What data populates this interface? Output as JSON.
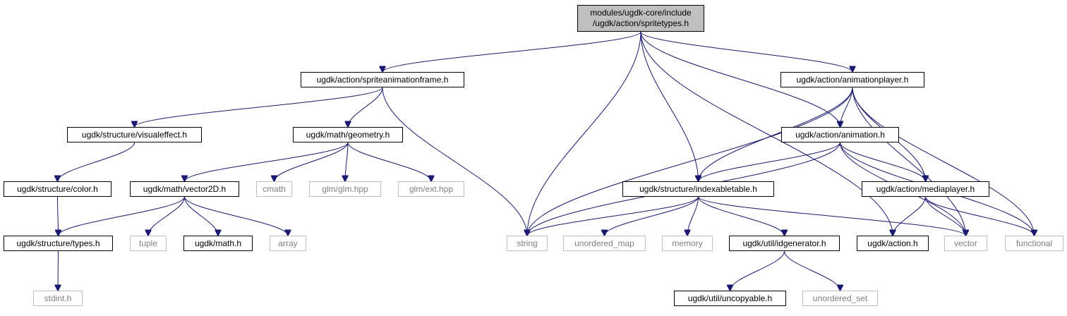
{
  "diagram": {
    "type": "include-dependency-graph",
    "colors": {
      "edge": "#191970",
      "root_fill": "#bfbfbf",
      "external_border": "#bfbfbf",
      "external_text": "#7f7f7f",
      "node_border": "#000000"
    },
    "nodes": {
      "root": {
        "line1": "modules/ugdk-core/include",
        "line2": "/ugdk/action/spritetypes.h"
      },
      "spriteanimationframe": "ugdk/action/spriteanimationframe.h",
      "animationplayer": "ugdk/action/animationplayer.h",
      "visualeffect": "ugdk/structure/visualeffect.h",
      "geometry": "ugdk/math/geometry.h",
      "animation": "ugdk/action/animation.h",
      "color": "ugdk/structure/color.h",
      "vector2d": "ugdk/math/vector2D.h",
      "cmath": "cmath",
      "glm": "glm/glm.hpp",
      "glmext": "glm/ext.hpp",
      "indexabletable": "ugdk/structure/indexabletable.h",
      "mediaplayer": "ugdk/action/mediaplayer.h",
      "types": "ugdk/structure/types.h",
      "tuple": "tuple",
      "math": "ugdk/math.h",
      "array": "array",
      "string": "string",
      "unordered_map": "unordered_map",
      "memory": "memory",
      "idgenerator": "ugdk/util/idgenerator.h",
      "action": "ugdk/action.h",
      "vector": "vector",
      "functional": "functional",
      "stdint": "stdint.h",
      "uncopyable": "ugdk/util/uncopyable.h",
      "unordered_set": "unordered_set"
    },
    "edges": [
      [
        "root",
        "spriteanimationframe"
      ],
      [
        "root",
        "string"
      ],
      [
        "root",
        "indexabletable"
      ],
      [
        "root",
        "action"
      ],
      [
        "root",
        "animation"
      ],
      [
        "root",
        "animationplayer"
      ],
      [
        "spriteanimationframe",
        "visualeffect"
      ],
      [
        "spriteanimationframe",
        "geometry"
      ],
      [
        "spriteanimationframe",
        "string"
      ],
      [
        "visualeffect",
        "color"
      ],
      [
        "color",
        "types"
      ],
      [
        "types",
        "stdint"
      ],
      [
        "geometry",
        "vector2d"
      ],
      [
        "geometry",
        "cmath"
      ],
      [
        "geometry",
        "glm"
      ],
      [
        "geometry",
        "glmext"
      ],
      [
        "vector2d",
        "types"
      ],
      [
        "vector2d",
        "tuple"
      ],
      [
        "vector2d",
        "math"
      ],
      [
        "vector2d",
        "array"
      ],
      [
        "animationplayer",
        "string"
      ],
      [
        "animationplayer",
        "indexabletable"
      ],
      [
        "animationplayer",
        "animation"
      ],
      [
        "animationplayer",
        "mediaplayer"
      ],
      [
        "animationplayer",
        "vector"
      ],
      [
        "animationplayer",
        "functional"
      ],
      [
        "animation",
        "string"
      ],
      [
        "animation",
        "indexabletable"
      ],
      [
        "animation",
        "mediaplayer"
      ],
      [
        "animation",
        "vector"
      ],
      [
        "animation",
        "functional"
      ],
      [
        "indexabletable",
        "string"
      ],
      [
        "indexabletable",
        "unordered_map"
      ],
      [
        "indexabletable",
        "memory"
      ],
      [
        "indexabletable",
        "idgenerator"
      ],
      [
        "indexabletable",
        "vector"
      ],
      [
        "idgenerator",
        "uncopyable"
      ],
      [
        "idgenerator",
        "unordered_set"
      ],
      [
        "mediaplayer",
        "action"
      ],
      [
        "mediaplayer",
        "vector"
      ],
      [
        "mediaplayer",
        "functional"
      ]
    ]
  }
}
